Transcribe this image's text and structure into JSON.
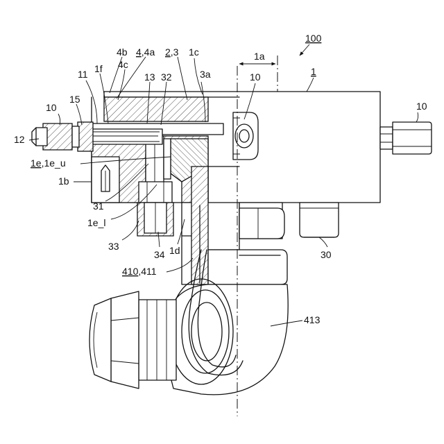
{
  "figure": {
    "labels": {
      "l100": "100",
      "l1": "1",
      "l1a": "1a",
      "l4b": "4b",
      "l4_ul": "4",
      "l4a_rest": ",4a",
      "l2_ul": "2",
      "l3_rest": ",3",
      "l1c": "1c",
      "l4c": "4c",
      "l11": "11",
      "l1f": "1f",
      "l13": "13",
      "l32": "32",
      "l3a": "3a",
      "l10_top": "10",
      "l10_left": "10",
      "l10_right": "10",
      "l15": "15",
      "l12": "12",
      "l1e_ul": "1e",
      "l1eu_rest": ",1e_u",
      "l1b": "1b",
      "l31": "31",
      "l1e_l": "1e_l",
      "l33": "33",
      "l34": "34",
      "l1d": "1d",
      "l30": "30",
      "l410_ul": "410",
      "l411_rest": ",411",
      "l413": "413"
    }
  }
}
